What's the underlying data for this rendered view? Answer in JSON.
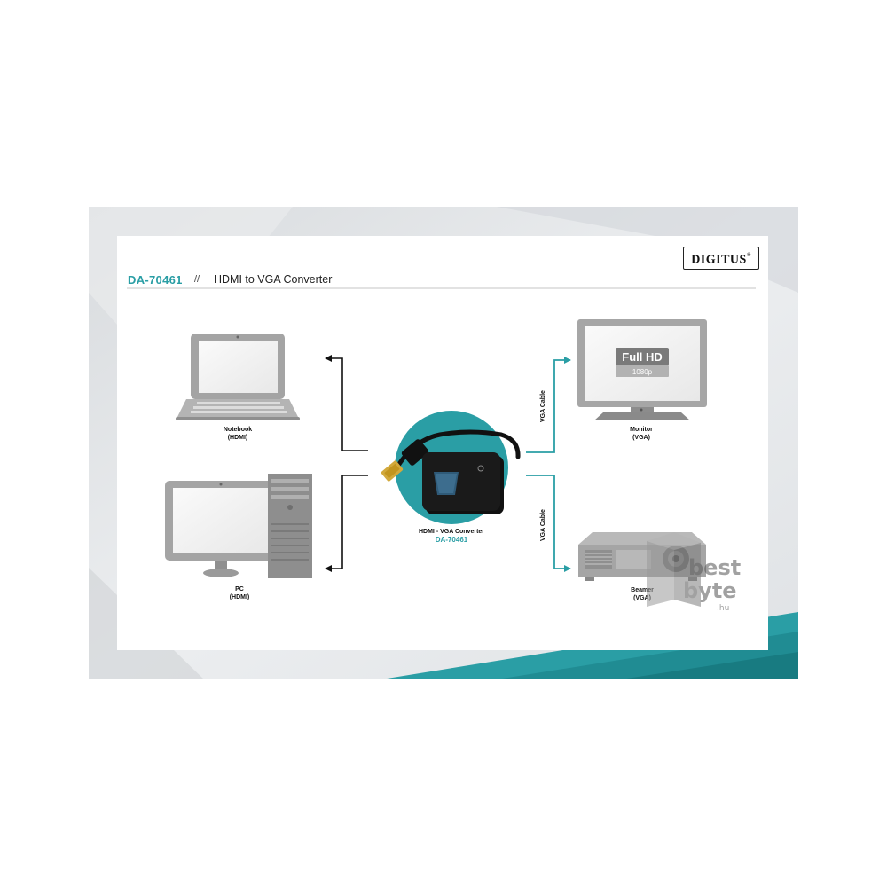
{
  "brand": {
    "logo_text": "DIGITUS",
    "registered": "®"
  },
  "header": {
    "product_code": "DA-70461",
    "separator": "//",
    "product_title": "HDMI to VGA Converter"
  },
  "devices": {
    "notebook": {
      "name": "Notebook",
      "port": "(HDMI)"
    },
    "pc": {
      "name": "PC",
      "port": "(HDMI)"
    },
    "monitor": {
      "name": "Monitor",
      "port": "(VGA)",
      "screen_badge": "Full HD",
      "screen_sub": "1080p"
    },
    "beamer": {
      "name": "Beamer",
      "port": "(VGA)"
    }
  },
  "converter": {
    "name": "HDMI - VGA Converter",
    "code": "DA-70461"
  },
  "cables": {
    "top": "VGA Cable",
    "bottom": "VGA Cable"
  },
  "watermark": {
    "line1": "best",
    "line2": "byte",
    "domain": ".hu"
  },
  "colors": {
    "accent": "#2a9ea5",
    "frame": "#e2e4e6",
    "connector": "#111111",
    "device_gray": "#a6a6a6"
  }
}
